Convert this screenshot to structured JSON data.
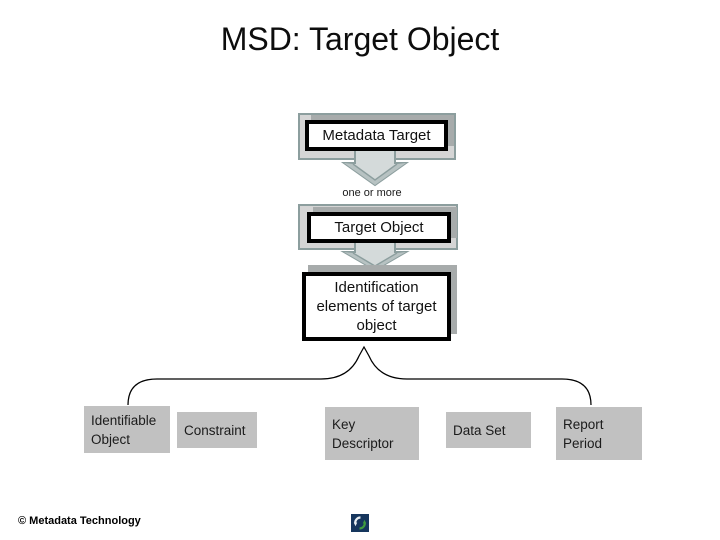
{
  "slide": {
    "title": "MSD: Target Object",
    "footer_copyright": "© Metadata Technology"
  },
  "diagram": {
    "root_box": {
      "label": "Metadata Target"
    },
    "arrow1_label": "one or more",
    "level2_box": {
      "label": "Target Object"
    },
    "level3_box": {
      "label": "Identification elements of target object"
    },
    "children": [
      {
        "label": "Identifiable Object"
      },
      {
        "label": "Constraint"
      },
      {
        "label": "Key Descriptor"
      },
      {
        "label": "Data Set"
      },
      {
        "label": "Report Period"
      }
    ]
  },
  "icons": {
    "down_arrow": "block-down-arrow",
    "brace": "horizontal-curly-brace",
    "logo": "sync-arrows-logo"
  },
  "colors": {
    "plate_fill": "#d5d5d5",
    "plate_border": "#8c9e9e",
    "arrow_fill": "#d4dada",
    "arrow_head_fill": "#b7c2c2",
    "arrow_stroke": "#8c9e9e",
    "box_shadow": "#a7abab",
    "child_box_fill": "#c1c1c1",
    "brace_stroke": "#000000",
    "logo_bg": "#16365d",
    "logo_green": "#3f9c3f",
    "logo_light": "#e8eef2"
  }
}
